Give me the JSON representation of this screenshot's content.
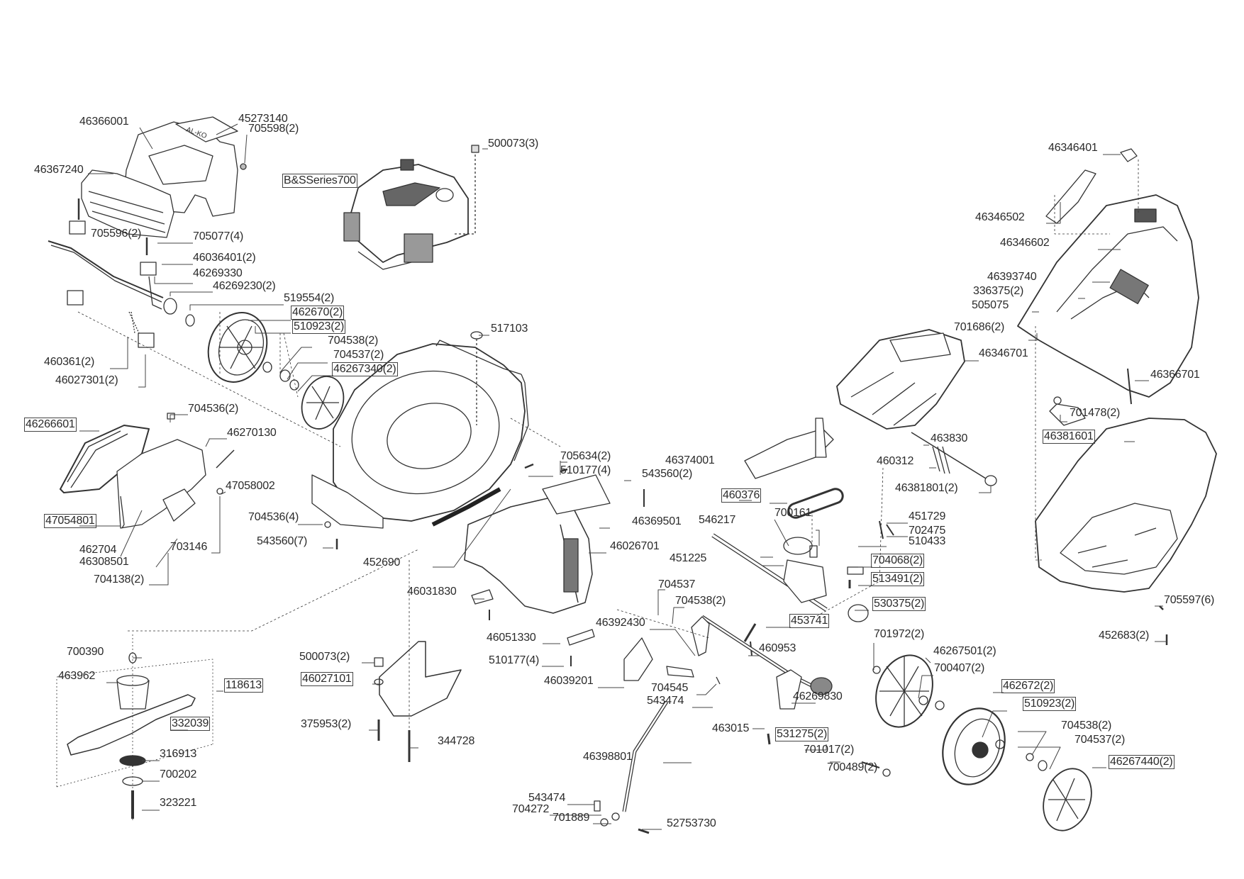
{
  "diagram": {
    "title": "Lawn mower exploded parts diagram",
    "brand_mark": "AL-KO",
    "engine_label": "B&SSeries700",
    "parts": [
      {
        "id": "p01",
        "number": "46366001",
        "qty": "",
        "boxed": false,
        "group": "front-cover"
      },
      {
        "id": "p02",
        "number": "45273140",
        "qty": "",
        "boxed": false,
        "group": "front-cover"
      },
      {
        "id": "p03",
        "number": "705598",
        "qty": "(2)",
        "boxed": false,
        "group": "front-cover"
      },
      {
        "id": "p04",
        "number": "46367240",
        "qty": "",
        "boxed": false,
        "group": "front-cover"
      },
      {
        "id": "p05",
        "number": "705596",
        "qty": "(2)",
        "boxed": false,
        "group": "front-cover"
      },
      {
        "id": "p06",
        "number": "705077",
        "qty": "(4)",
        "boxed": false,
        "group": "height-adjust"
      },
      {
        "id": "p07",
        "number": "46036401",
        "qty": "(2)",
        "boxed": false,
        "group": "height-adjust"
      },
      {
        "id": "p08",
        "number": "46269330",
        "qty": "",
        "boxed": false,
        "group": "height-adjust"
      },
      {
        "id": "p09",
        "number": "46269230",
        "qty": "(2)",
        "boxed": false,
        "group": "front-wheel"
      },
      {
        "id": "p10",
        "number": "519554",
        "qty": "(2)",
        "boxed": false,
        "group": "front-wheel"
      },
      {
        "id": "p11",
        "number": "462670",
        "qty": "(2)",
        "boxed": true,
        "group": "front-wheel"
      },
      {
        "id": "p12",
        "number": "510923",
        "qty": "(2)",
        "boxed": true,
        "group": "front-wheel"
      },
      {
        "id": "p13",
        "number": "704538",
        "qty": "(2)",
        "boxed": false,
        "group": "front-wheel"
      },
      {
        "id": "p14",
        "number": "704537",
        "qty": "(2)",
        "boxed": false,
        "group": "front-wheel"
      },
      {
        "id": "p15",
        "number": "46267340",
        "qty": "(2)",
        "boxed": true,
        "group": "front-wheel"
      },
      {
        "id": "p16",
        "number": "460361",
        "qty": "(2)",
        "boxed": false,
        "group": "height-adjust"
      },
      {
        "id": "p17",
        "number": "46027301",
        "qty": "(2)",
        "boxed": false,
        "group": "height-adjust"
      },
      {
        "id": "p18",
        "number": "500073",
        "qty": "(3)",
        "boxed": false,
        "group": "engine"
      },
      {
        "id": "p19",
        "number": "517103",
        "qty": "",
        "boxed": false,
        "group": "deck"
      },
      {
        "id": "p20",
        "number": "46266601",
        "qty": "",
        "boxed": true,
        "group": "side-flap"
      },
      {
        "id": "p21",
        "number": "704536",
        "qty": "(2)",
        "boxed": false,
        "group": "side-flap"
      },
      {
        "id": "p22",
        "number": "46270130",
        "qty": "",
        "boxed": false,
        "group": "side-flap"
      },
      {
        "id": "p23",
        "number": "47058002",
        "qty": "",
        "boxed": false,
        "group": "side-flap"
      },
      {
        "id": "p24",
        "number": "47054801",
        "qty": "",
        "boxed": true,
        "group": "side-flap"
      },
      {
        "id": "p25",
        "number": "462704",
        "qty": "",
        "boxed": false,
        "group": "side-flap"
      },
      {
        "id": "p26",
        "number": "46308501",
        "qty": "",
        "boxed": false,
        "group": "side-flap"
      },
      {
        "id": "p27",
        "number": "703146",
        "qty": "",
        "boxed": false,
        "group": "side-flap"
      },
      {
        "id": "p28",
        "number": "704138",
        "qty": "(2)",
        "boxed": false,
        "group": "side-flap"
      },
      {
        "id": "p29",
        "number": "704536",
        "qty": "(4)",
        "boxed": false,
        "group": "deck"
      },
      {
        "id": "p30",
        "number": "543560",
        "qty": "(7)",
        "boxed": false,
        "group": "deck"
      },
      {
        "id": "p31",
        "number": "452690",
        "qty": "",
        "boxed": false,
        "group": "deck"
      },
      {
        "id": "p32",
        "number": "705634",
        "qty": "(2)",
        "boxed": false,
        "group": "deck"
      },
      {
        "id": "p33",
        "number": "510177",
        "qty": "(4)",
        "boxed": false,
        "group": "deck"
      },
      {
        "id": "p34",
        "number": "543560",
        "qty": "(2)",
        "boxed": false,
        "group": "deck"
      },
      {
        "id": "p35",
        "number": "46369501",
        "qty": "",
        "boxed": false,
        "group": "chute"
      },
      {
        "id": "p36",
        "number": "46026701",
        "qty": "",
        "boxed": false,
        "group": "chute"
      },
      {
        "id": "p37",
        "number": "46031830",
        "qty": "",
        "boxed": false,
        "group": "chute"
      },
      {
        "id": "p38",
        "number": "46051330",
        "qty": "",
        "boxed": false,
        "group": "chute"
      },
      {
        "id": "p39",
        "number": "510177",
        "qty": "(4)",
        "boxed": false,
        "group": "chute"
      },
      {
        "id": "p40",
        "number": "46392430",
        "qty": "",
        "boxed": false,
        "group": "rear-axle"
      },
      {
        "id": "p41",
        "number": "46039201",
        "qty": "",
        "boxed": false,
        "group": "rear-axle"
      },
      {
        "id": "p42",
        "number": "704537",
        "qty": "",
        "boxed": false,
        "group": "rear-axle"
      },
      {
        "id": "p43",
        "number": "704538",
        "qty": "(2)",
        "boxed": false,
        "group": "rear-axle"
      },
      {
        "id": "p44",
        "number": "704545",
        "qty": "",
        "boxed": false,
        "group": "rear-axle"
      },
      {
        "id": "p45",
        "number": "543474",
        "qty": "",
        "boxed": false,
        "group": "rear-axle"
      },
      {
        "id": "p46",
        "number": "463015",
        "qty": "",
        "boxed": false,
        "group": "rear-axle"
      },
      {
        "id": "p47",
        "number": "46398801",
        "qty": "",
        "boxed": false,
        "group": "rear-axle"
      },
      {
        "id": "p48",
        "number": "543474",
        "qty": "",
        "boxed": false,
        "group": "rear-axle"
      },
      {
        "id": "p49",
        "number": "704272",
        "qty": "",
        "boxed": false,
        "group": "rear-axle"
      },
      {
        "id": "p50",
        "number": "701889",
        "qty": "",
        "boxed": false,
        "group": "rear-axle"
      },
      {
        "id": "p51",
        "number": "52753730",
        "qty": "",
        "boxed": false,
        "group": "rear-axle"
      },
      {
        "id": "p52",
        "number": "46374001",
        "qty": "",
        "boxed": false,
        "group": "drive"
      },
      {
        "id": "p53",
        "number": "460376",
        "qty": "",
        "boxed": true,
        "group": "drive"
      },
      {
        "id": "p54",
        "number": "546217",
        "qty": "",
        "boxed": false,
        "group": "drive"
      },
      {
        "id": "p55",
        "number": "700161",
        "qty": "",
        "boxed": false,
        "group": "drive"
      },
      {
        "id": "p56",
        "number": "451225",
        "qty": "",
        "boxed": false,
        "group": "drive"
      },
      {
        "id": "p57",
        "number": "451729",
        "qty": "",
        "boxed": false,
        "group": "drive"
      },
      {
        "id": "p58",
        "number": "702475",
        "qty": "",
        "boxed": false,
        "group": "drive"
      },
      {
        "id": "p59",
        "number": "510433",
        "qty": "",
        "boxed": false,
        "group": "drive"
      },
      {
        "id": "p60",
        "number": "704068",
        "qty": "(2)",
        "boxed": true,
        "group": "drive"
      },
      {
        "id": "p61",
        "number": "513491",
        "qty": "(2)",
        "boxed": true,
        "group": "drive"
      },
      {
        "id": "p62",
        "number": "530375",
        "qty": "(2)",
        "boxed": true,
        "group": "drive"
      },
      {
        "id": "p63",
        "number": "453741",
        "qty": "",
        "boxed": true,
        "group": "drive"
      },
      {
        "id": "p64",
        "number": "460953",
        "qty": "",
        "boxed": false,
        "group": "drive"
      },
      {
        "id": "p65",
        "number": "46269830",
        "qty": "",
        "boxed": false,
        "group": "rear-wheel"
      },
      {
        "id": "p66",
        "number": "531275",
        "qty": "(2)",
        "boxed": true,
        "group": "rear-wheel"
      },
      {
        "id": "p67",
        "number": "701017",
        "qty": "(2)",
        "boxed": false,
        "group": "rear-wheel"
      },
      {
        "id": "p68",
        "number": "700489",
        "qty": "(2)",
        "boxed": false,
        "group": "rear-wheel"
      },
      {
        "id": "p69",
        "number": "701972",
        "qty": "(2)",
        "boxed": false,
        "group": "rear-wheel"
      },
      {
        "id": "p70",
        "number": "46267501",
        "qty": "(2)",
        "boxed": false,
        "group": "rear-wheel"
      },
      {
        "id": "p71",
        "number": "700407",
        "qty": "(2)",
        "boxed": false,
        "group": "rear-wheel"
      },
      {
        "id": "p72",
        "number": "462672",
        "qty": "(2)",
        "boxed": true,
        "group": "rear-wheel"
      },
      {
        "id": "p73",
        "number": "510923",
        "qty": "(2)",
        "boxed": true,
        "group": "rear-wheel"
      },
      {
        "id": "p74",
        "number": "704538",
        "qty": "(2)",
        "boxed": false,
        "group": "rear-wheel"
      },
      {
        "id": "p75",
        "number": "704537",
        "qty": "(2)",
        "boxed": false,
        "group": "rear-wheel"
      },
      {
        "id": "p76",
        "number": "46267440",
        "qty": "(2)",
        "boxed": true,
        "group": "rear-wheel"
      },
      {
        "id": "p77",
        "number": "46346401",
        "qty": "",
        "boxed": false,
        "group": "rear-cover"
      },
      {
        "id": "p78",
        "number": "46346502",
        "qty": "",
        "boxed": false,
        "group": "rear-cover"
      },
      {
        "id": "p79",
        "number": "46346602",
        "qty": "",
        "boxed": false,
        "group": "rear-cover"
      },
      {
        "id": "p80",
        "number": "46393740",
        "qty": "",
        "boxed": false,
        "group": "rear-cover"
      },
      {
        "id": "p81",
        "number": "336375",
        "qty": "(2)",
        "boxed": false,
        "group": "rear-cover"
      },
      {
        "id": "p82",
        "number": "505075",
        "qty": "",
        "boxed": false,
        "group": "rear-cover"
      },
      {
        "id": "p83",
        "number": "701686",
        "qty": "(2)",
        "boxed": false,
        "group": "rear-cover"
      },
      {
        "id": "p84",
        "number": "46346701",
        "qty": "",
        "boxed": false,
        "group": "rear-flap"
      },
      {
        "id": "p85",
        "number": "46366701",
        "qty": "",
        "boxed": false,
        "group": "rear-cover"
      },
      {
        "id": "p86",
        "number": "701478",
        "qty": "(2)",
        "boxed": false,
        "group": "rear-cover"
      },
      {
        "id": "p87",
        "number": "463830",
        "qty": "",
        "boxed": false,
        "group": "rear-flap"
      },
      {
        "id": "p88",
        "number": "460312",
        "qty": "",
        "boxed": false,
        "group": "rear-flap"
      },
      {
        "id": "p89",
        "number": "46381801",
        "qty": "(2)",
        "boxed": false,
        "group": "rear-flap"
      },
      {
        "id": "p90",
        "number": "46381601",
        "qty": "",
        "boxed": true,
        "group": "grass-bag"
      },
      {
        "id": "p91",
        "number": "705597",
        "qty": "(6)",
        "boxed": false,
        "group": "grass-bag"
      },
      {
        "id": "p92",
        "number": "452683",
        "qty": "(2)",
        "boxed": false,
        "group": "grass-bag"
      },
      {
        "id": "p93",
        "number": "700390",
        "qty": "",
        "boxed": false,
        "group": "blade"
      },
      {
        "id": "p94",
        "number": "463962",
        "qty": "",
        "boxed": false,
        "group": "blade"
      },
      {
        "id": "p95",
        "number": "118613",
        "qty": "",
        "boxed": true,
        "group": "blade"
      },
      {
        "id": "p96",
        "number": "332039",
        "qty": "",
        "boxed": true,
        "group": "blade"
      },
      {
        "id": "p97",
        "number": "316913",
        "qty": "",
        "boxed": false,
        "group": "blade"
      },
      {
        "id": "p98",
        "number": "700202",
        "qty": "",
        "boxed": false,
        "group": "blade"
      },
      {
        "id": "p99",
        "number": "323221",
        "qty": "",
        "boxed": false,
        "group": "blade"
      },
      {
        "id": "p100",
        "number": "500073",
        "qty": "(2)",
        "boxed": false,
        "group": "mulch-plug"
      },
      {
        "id": "p101",
        "number": "46027101",
        "qty": "",
        "boxed": true,
        "group": "mulch-plug"
      },
      {
        "id": "p102",
        "number": "375953",
        "qty": "(2)",
        "boxed": false,
        "group": "mulch-plug"
      },
      {
        "id": "p103",
        "number": "344728",
        "qty": "",
        "boxed": false,
        "group": "mulch-plug"
      }
    ]
  }
}
